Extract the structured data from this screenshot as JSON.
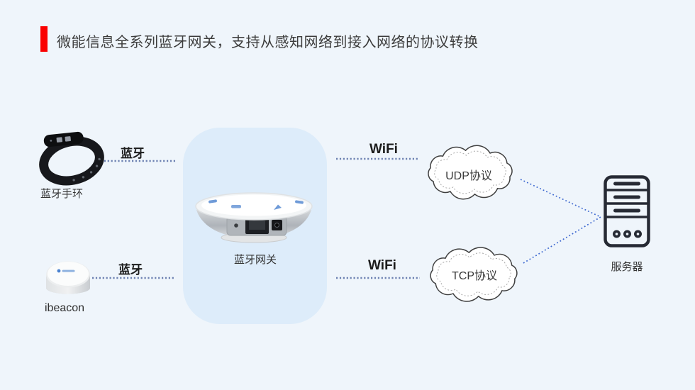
{
  "page": {
    "title": "微能信息全系列蓝牙网关，支持从感知网络到接入网络的协议转换",
    "title_accent_color": "#fa0000",
    "background_color": "#eff5fb",
    "highlight_panel_color": "#ddecfa"
  },
  "nodes": {
    "band": {
      "label": "蓝牙手环",
      "icon": "smart-band-icon"
    },
    "ibeacon": {
      "label": "ibeacon",
      "icon": "ibeacon-icon"
    },
    "gateway": {
      "label": "蓝牙网关",
      "icon": "bluetooth-gateway-icon"
    },
    "udp_cloud": {
      "label": "UDP协议",
      "icon": "cloud-icon"
    },
    "tcp_cloud": {
      "label": "TCP协议",
      "icon": "cloud-icon"
    },
    "server": {
      "label": "服务器",
      "icon": "server-icon"
    }
  },
  "links": {
    "band_to_gateway": {
      "label": "蓝牙",
      "style": "dotted"
    },
    "ibeacon_to_gateway": {
      "label": "蓝牙",
      "style": "dotted"
    },
    "gateway_to_udp": {
      "label": "WiFi",
      "style": "dotted"
    },
    "gateway_to_tcp": {
      "label": "WiFi",
      "style": "dotted"
    },
    "udp_to_server": {
      "style": "dotted"
    },
    "tcp_to_server": {
      "style": "dotted"
    }
  },
  "colors": {
    "link_dotted": "#6e82b2",
    "connector_dotted": "#3b66cf",
    "cloud_outline": "#3f3f3f",
    "cloud_inner_dots": "#a9a9a9",
    "server_outline": "#262a34",
    "title_text": "#3c3c3c",
    "label_text": "#333333"
  }
}
